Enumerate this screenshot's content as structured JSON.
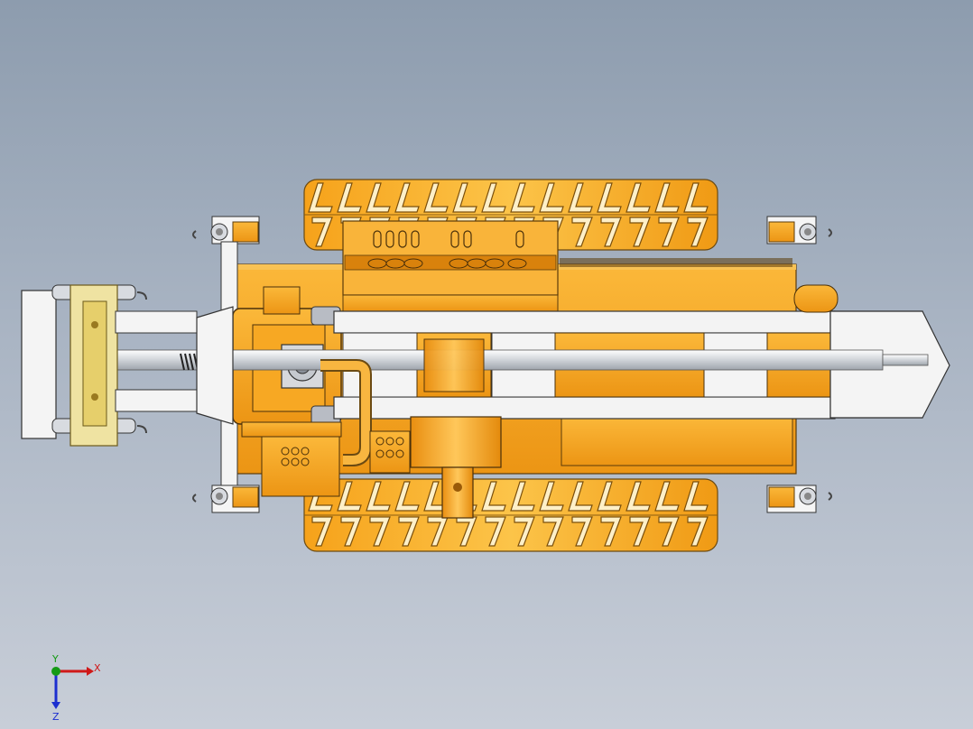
{
  "viewport": {
    "background_top": "#8d9cae",
    "background_bottom": "#c8ced8"
  },
  "model": {
    "description_icon": "drilling-rig-assembly",
    "body_color": "#f7a823",
    "body_shade_color": "#e58c0e",
    "track_color": "#f3a31c",
    "rail_color": "#f2f2f2",
    "clamp_color": "#e8d88a",
    "outline_color": "#3a2a10"
  },
  "triad": {
    "x_label": "X",
    "y_label": "Y",
    "z_label": "Z",
    "x_color": "#d01818",
    "y_color": "#149a14",
    "z_color": "#1c2fd0"
  }
}
